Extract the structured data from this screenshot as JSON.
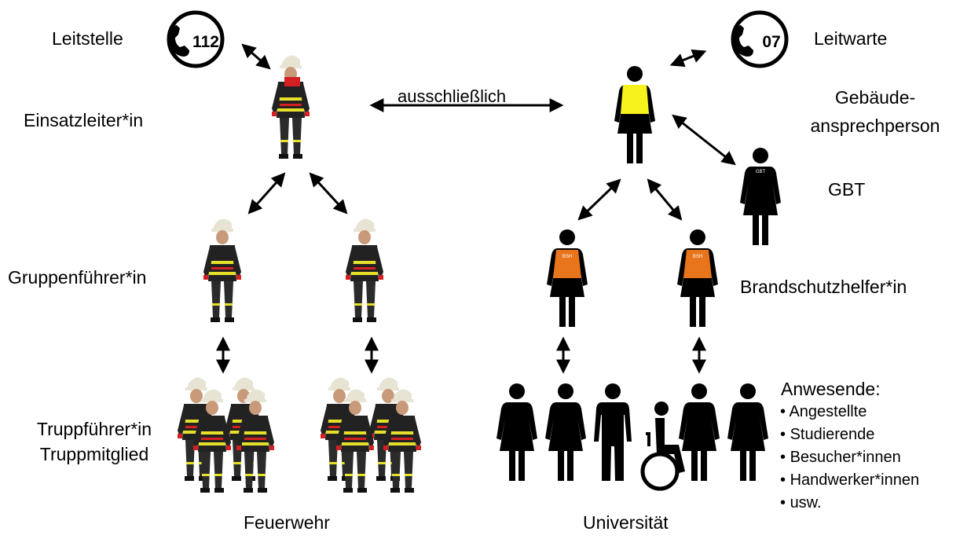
{
  "left": {
    "leitstelle": "Leitstelle",
    "phone_number": "112",
    "einsatzleiter": "Einsatzleiter*in",
    "gruppenfuehrer": "Gruppenführer*in",
    "trupp_line1": "Truppführer*in",
    "trupp_line2": "Truppmitglied",
    "footer": "Feuerwehr"
  },
  "center": {
    "link": "ausschließlich"
  },
  "right": {
    "leitwarte": "Leitwarte",
    "phone_number": "07",
    "gebaeude_line1": "Gebäude-",
    "gebaeude_line2": "ansprechperson",
    "gbt": "GBT",
    "gbt_badge": "GBT",
    "bsh_badge": "BSH",
    "brandschutz": "Brandschutzhelfer*in",
    "anwesende_title": "Anwesende:",
    "anwesende_items": [
      "Angestellte",
      "Studierende",
      "Besucher*innen",
      "Handwerker*innen",
      "usw."
    ],
    "footer": "Universität"
  },
  "colors": {
    "turnout_dark": "#222222",
    "reflective_yellow": "#e6e02a",
    "fire_red": "#d42020",
    "helmet": "#e8e4d4",
    "vest_yellow": "#f7f21c",
    "vest_orange": "#e8741c"
  }
}
